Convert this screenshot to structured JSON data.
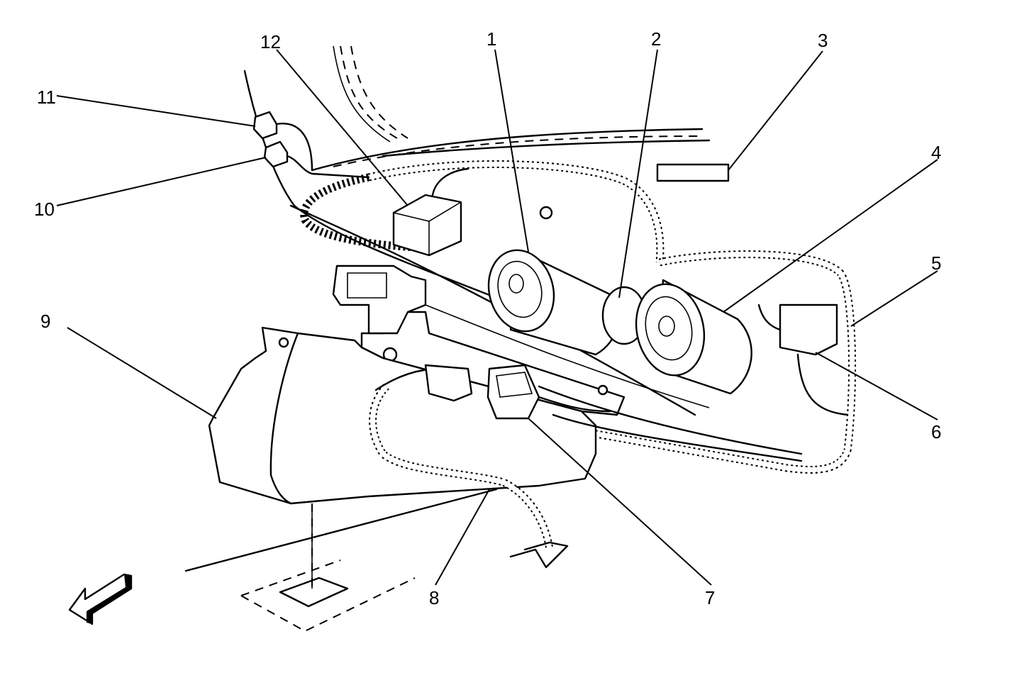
{
  "callouts": [
    {
      "id": "1",
      "text": "1"
    },
    {
      "id": "2",
      "text": "2"
    },
    {
      "id": "3",
      "text": "3"
    },
    {
      "id": "4",
      "text": "4"
    },
    {
      "id": "5",
      "text": "5"
    },
    {
      "id": "6",
      "text": "6"
    },
    {
      "id": "7",
      "text": "7"
    },
    {
      "id": "8",
      "text": "8"
    },
    {
      "id": "9",
      "text": "9"
    },
    {
      "id": "10",
      "text": "10"
    },
    {
      "id": "11",
      "text": "11"
    },
    {
      "id": "12",
      "text": "12"
    }
  ],
  "icons": {
    "direction_arrow": "forward-direction-arrow-icon"
  },
  "colors": {
    "ink": "#000000",
    "paper": "#ffffff"
  }
}
